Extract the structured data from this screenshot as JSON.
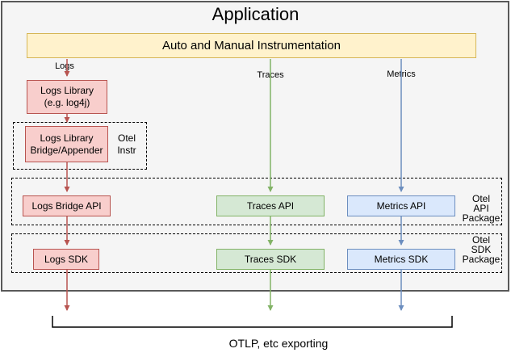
{
  "diagram": {
    "title": "Application",
    "instrumentation_label": "Auto and Manual Instrumentation",
    "columns": {
      "logs_label": "Logs",
      "traces_label": "Traces",
      "metrics_label": "Metrics"
    },
    "nodes": {
      "logs_library": "Logs Library\n(e.g. log4j)",
      "logs_library_bridge": "Logs Library\nBridge/Appender",
      "logs_bridge_api": "Logs Bridge API",
      "traces_api": "Traces API",
      "metrics_api": "Metrics API",
      "logs_sdk": "Logs SDK",
      "traces_sdk": "Traces SDK",
      "metrics_sdk": "Metrics SDK"
    },
    "groups": {
      "otel_instr_label": "Otel\nInstr",
      "api_package_label": "Otel\nAPI\nPackage",
      "sdk_package_label": "Otel\nSDK\nPackage"
    },
    "export_label": "OTLP, etc exporting",
    "colors": {
      "app_fill": "#f5f5f5",
      "app_border": "#595959",
      "instrumentation_fill": "#fff2cc",
      "instrumentation_border": "#d6b656",
      "logs_fill": "#f8cecc",
      "logs_border": "#b85450",
      "traces_fill": "#d5e8d4",
      "traces_border": "#82b366",
      "metrics_fill": "#dae8fc",
      "metrics_border": "#6c8ebf"
    }
  }
}
